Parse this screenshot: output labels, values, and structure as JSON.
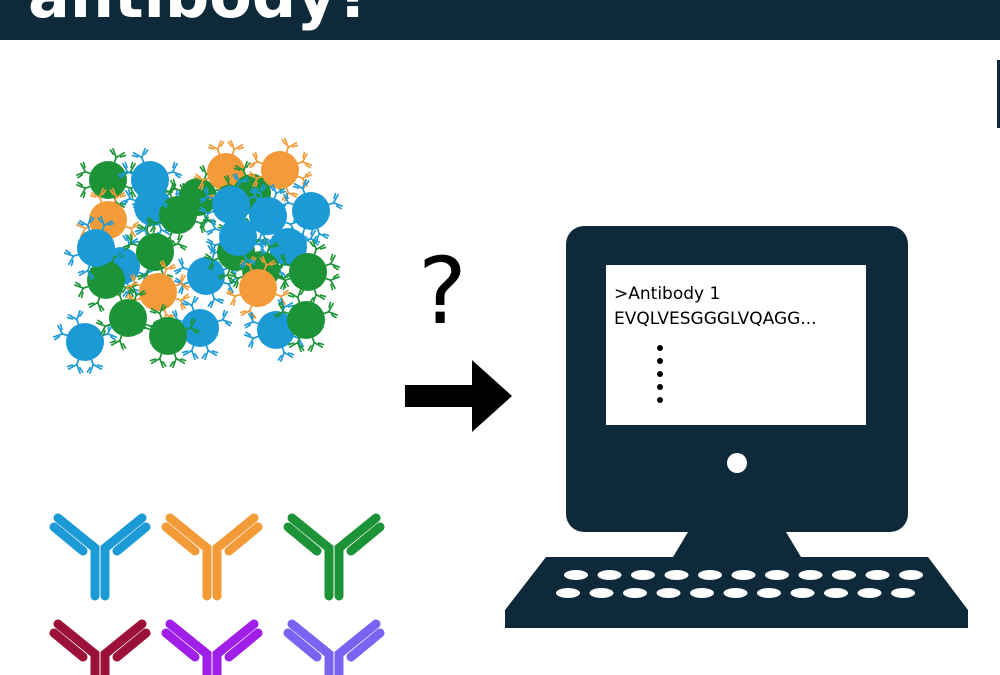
{
  "header": {
    "title": "antibody?"
  },
  "question_mark": "?",
  "computer": {
    "screen_lines": [
      ">Antibody 1",
      "EVQLVESGGGLVQAGG..."
    ]
  },
  "colors": {
    "header_bg": "#0e2a3a",
    "blue": "#1b9ad6",
    "orange": "#f29b38",
    "green": "#1d9337",
    "dark_red": "#9b1138",
    "purple": "#a01fe8",
    "violet": "#7b63f2",
    "computer": "#0e2a3a"
  },
  "antibody_legend": [
    {
      "color_name": "blue",
      "color": "#1b9ad6"
    },
    {
      "color_name": "orange",
      "color": "#f29b38"
    },
    {
      "color_name": "green",
      "color": "#1d9337"
    },
    {
      "color_name": "dark-red",
      "color": "#9b1138"
    },
    {
      "color_name": "purple",
      "color": "#a01fe8"
    },
    {
      "color_name": "violet",
      "color": "#7b63f2"
    }
  ],
  "cell_cluster": {
    "cells": [
      {
        "color": "green"
      },
      {
        "color": "orange"
      },
      {
        "color": "blue"
      },
      {
        "color": "green"
      },
      {
        "color": "orange"
      },
      {
        "color": "green"
      },
      {
        "color": "orange"
      },
      {
        "color": "blue"
      },
      {
        "color": "blue"
      },
      {
        "color": "blue"
      },
      {
        "color": "green"
      },
      {
        "color": "green"
      },
      {
        "color": "blue"
      },
      {
        "color": "green"
      },
      {
        "color": "blue"
      },
      {
        "color": "green"
      },
      {
        "color": "green"
      },
      {
        "color": "blue"
      },
      {
        "color": "orange"
      },
      {
        "color": "orange"
      },
      {
        "color": "blue"
      },
      {
        "color": "blue"
      },
      {
        "color": "green"
      },
      {
        "color": "green"
      },
      {
        "color": "blue"
      },
      {
        "color": "blue"
      },
      {
        "color": "green"
      },
      {
        "color": "blue"
      },
      {
        "color": "green"
      },
      {
        "color": "blue"
      }
    ]
  }
}
